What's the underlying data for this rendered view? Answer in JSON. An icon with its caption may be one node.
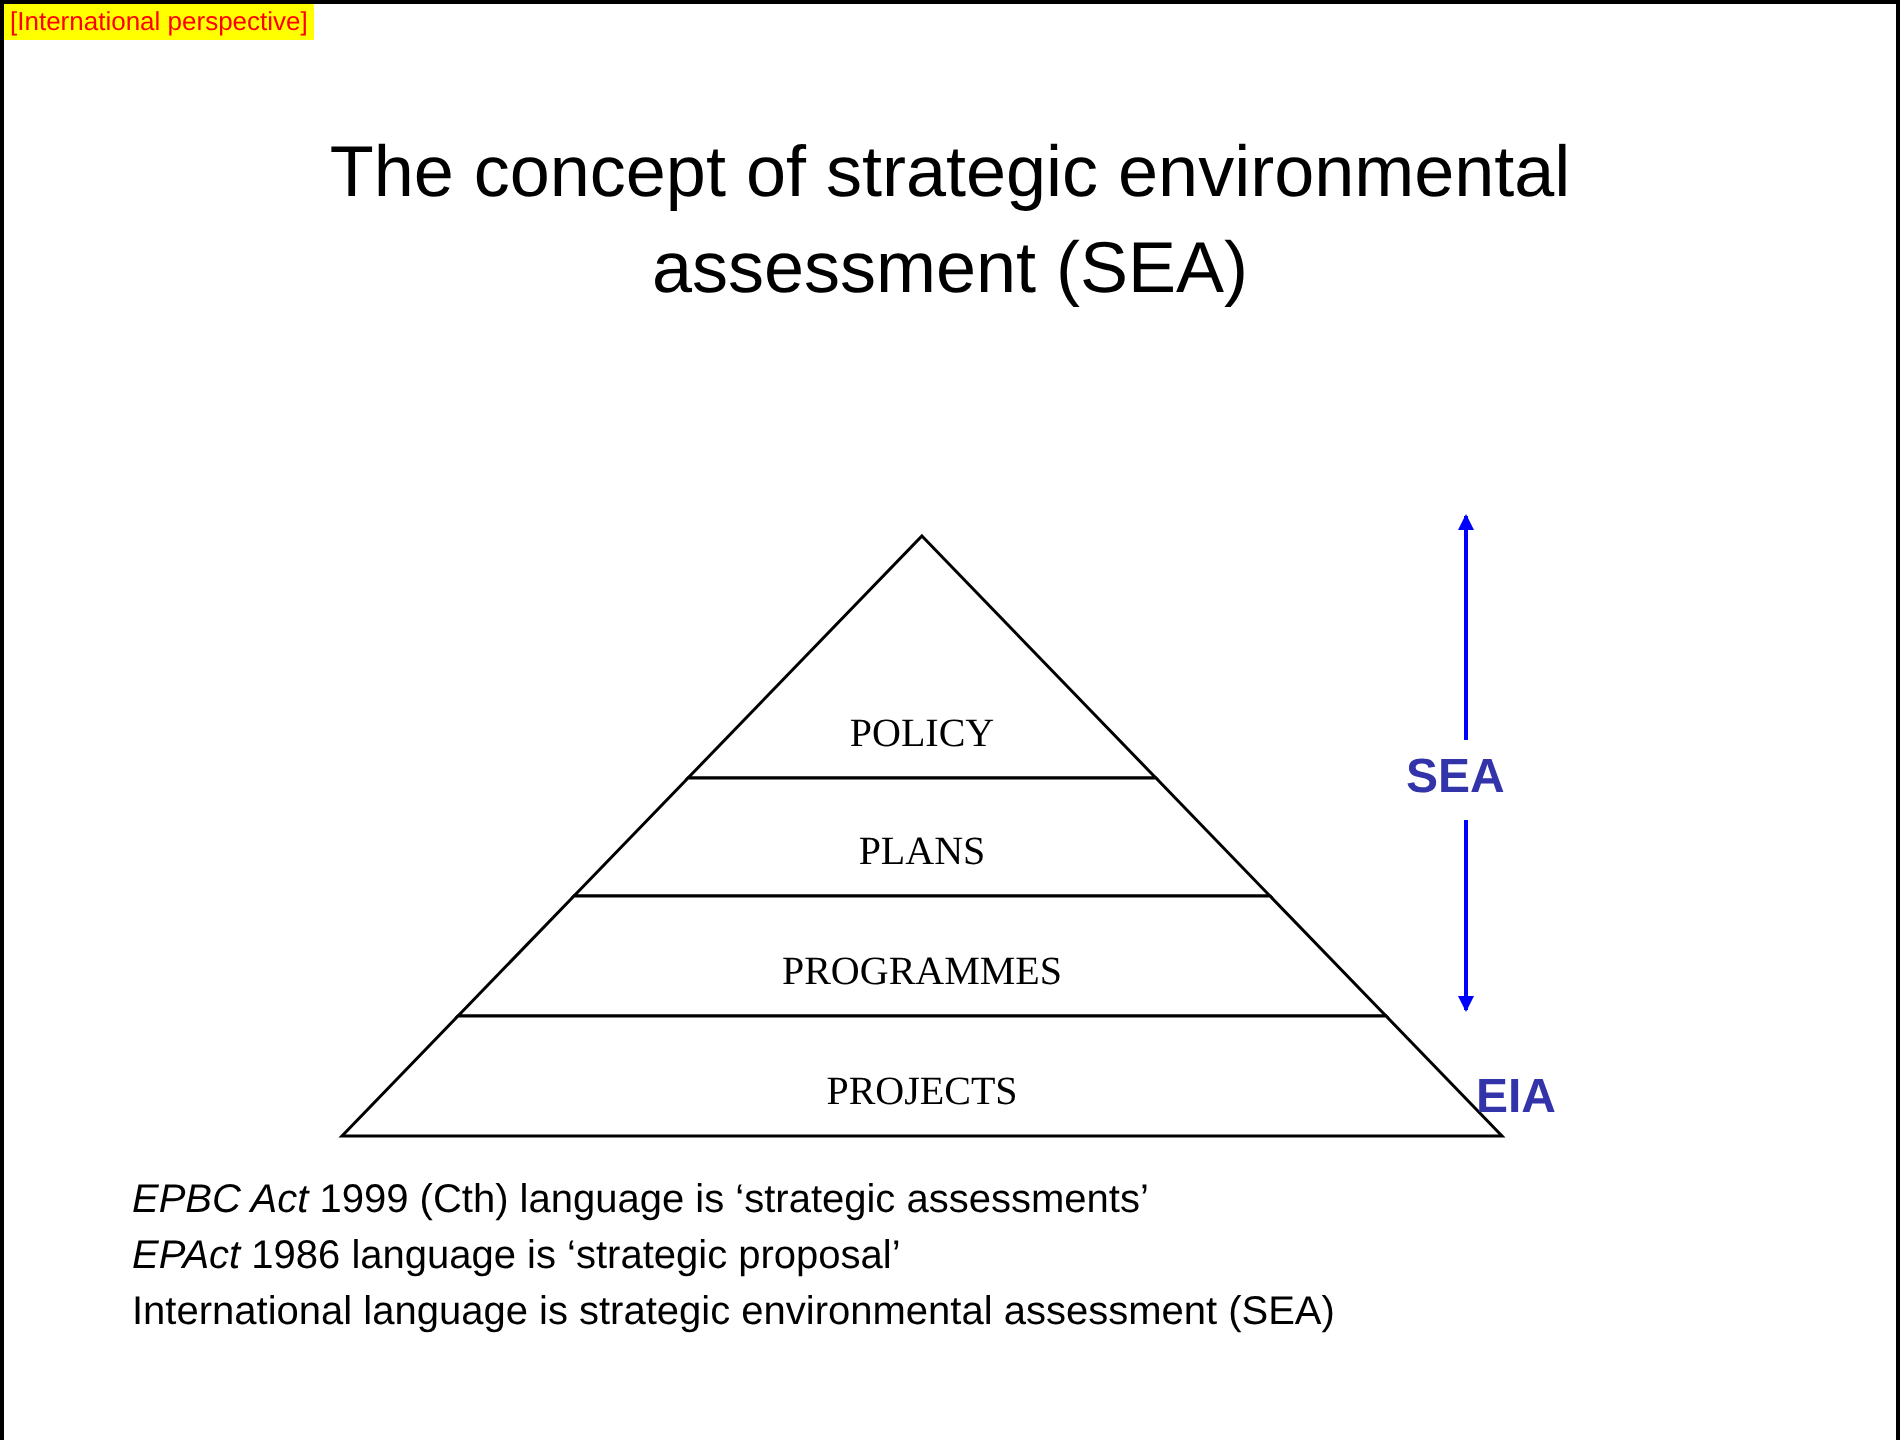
{
  "diagram": {
    "title": "The concept of strategic environmental assessment (SEA)",
    "nodes": [
      {
        "text": [
          "POLICY"
        ]
      },
      {
        "text": [
          "PLANS"
        ]
      },
      {
        "text": [
          "PROGRAMMES"
        ]
      },
      {
        "text": [
          "PROJECTS"
        ]
      }
    ],
    "labels": [
      "[International perspective]",
      "SEA",
      "EIA",
      "*EPBC Act* 1999 (Cth) language is ‘strategic assessments’",
      "*EPAct* 1986 language is ‘strategic proposal’",
      "International language is strategic environmental assessment (SEA)"
    ]
  }
}
